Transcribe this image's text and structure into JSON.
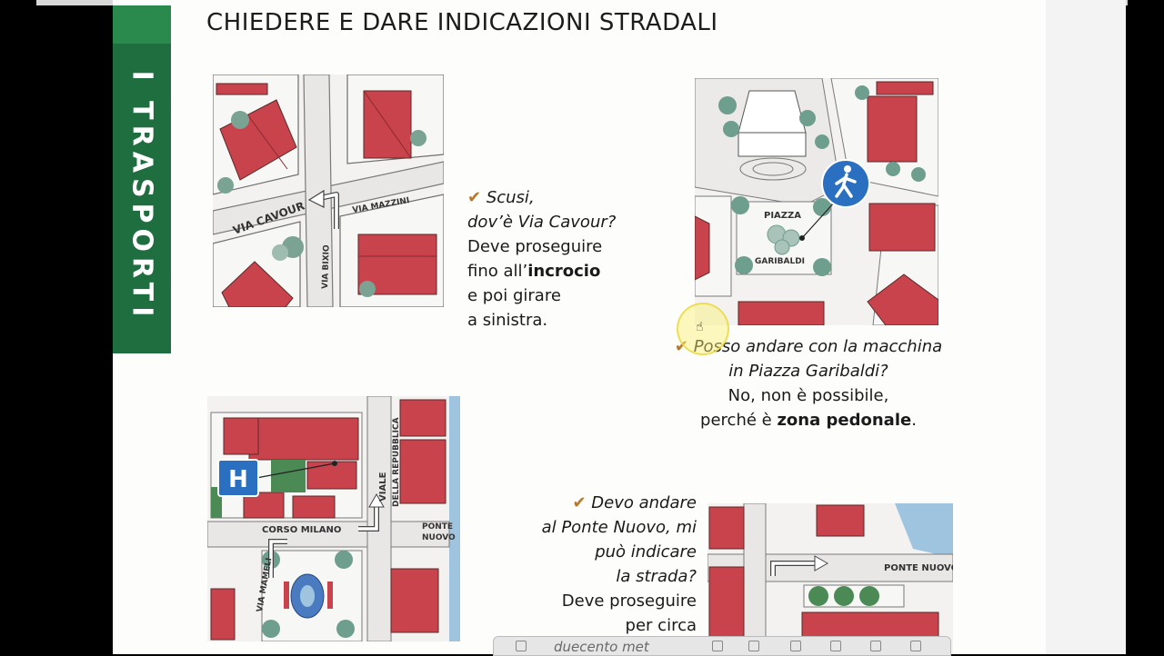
{
  "title": "CHIEDERE E DARE INDICAZIONI STRADALI",
  "sidebar": {
    "label": "I TRASPORTI",
    "color": "#1f6e3f"
  },
  "colors": {
    "roof": "#c8434b",
    "road": "#f2f0ef",
    "tree": "#6e9e8e",
    "tick": "#b9772a",
    "sign": "#2a6fc0"
  },
  "maps": {
    "m1": {
      "via_cavour": "VIA CAVOUR",
      "via_mazzini": "VIA MAZZINI",
      "via_bixio": "VIA BIXIO"
    },
    "m2": {
      "piazza": "PIAZZA",
      "garibaldi": "GARIBALDI",
      "icon": "pedestrian-icon"
    },
    "m3": {
      "viale": "VIALE",
      "della_repubblica": "DELLA REPUBBLICA",
      "corso_milano": "CORSO MILANO",
      "ponte": "PONTE",
      "nuovo": "NUOVO",
      "via_mameli": "VIA MAMELI",
      "hospital": "H"
    },
    "m4": {
      "ponte_nuovo": "PONTE NUOVO"
    }
  },
  "dialogs": {
    "d1": {
      "tick": "✔",
      "q1": "Scusi,",
      "q2": "dov’è Via Cavour?",
      "a1": "Deve proseguire",
      "a2_pre": "fino all’",
      "a2_bold": "incrocio",
      "a3": "e poi girare",
      "a4": "a sinistra."
    },
    "d2": {
      "tick": "✔",
      "q1": "Posso andare con la macchina",
      "q2": "in Piazza Garibaldi?",
      "a1": "No, non è possibile,",
      "a2_pre": "perché è ",
      "a2_bold": "zona pedonale",
      "a2_post": "."
    },
    "d3": {
      "tick": "✔",
      "q1": "Devo andare",
      "q2": "al Ponte Nuovo, mi",
      "q3": "può indicare",
      "q4": "la strada?",
      "a1": "Deve proseguire",
      "a2": "per circa"
    }
  },
  "taskbar": {
    "text": "duecento met"
  }
}
